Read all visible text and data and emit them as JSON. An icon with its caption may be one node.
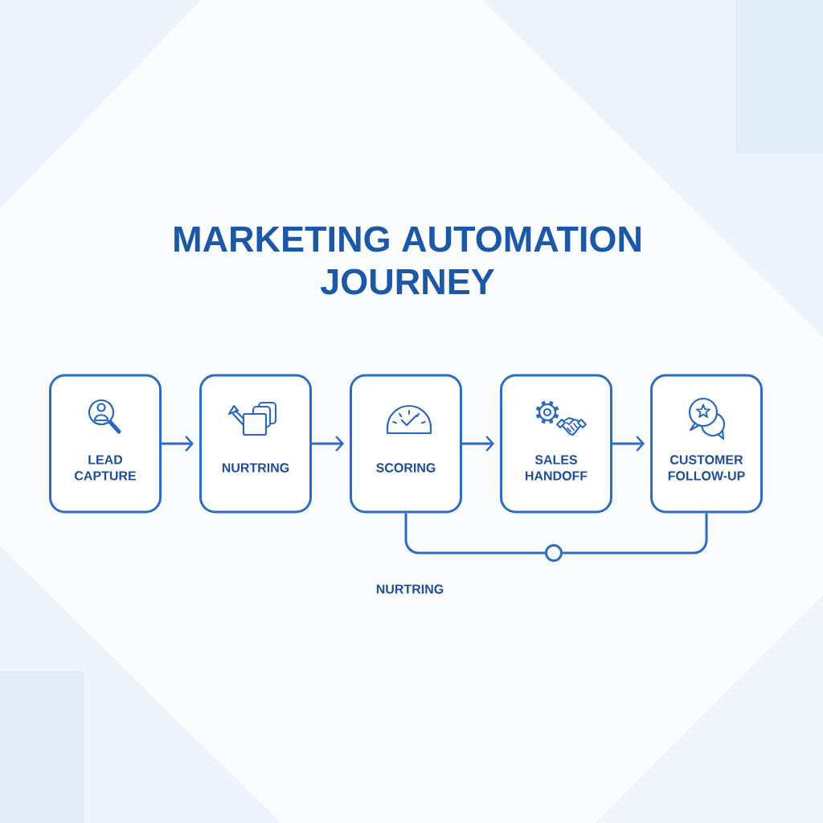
{
  "diagram": {
    "title": "MARKETING AUTOMATION JOURNEY",
    "nodes": [
      {
        "text": [
          "LEAD CAPTURE"
        ]
      },
      {
        "text": [
          "NURTRING"
        ]
      },
      {
        "text": [
          "SCORING"
        ]
      },
      {
        "text": [
          "SALES HANDOFF"
        ]
      },
      {
        "text": [
          "CUSTOMER FOLLOW-UP"
        ]
      },
      {
        "text": [],
        "shape": "circle"
      }
    ],
    "edges": [
      {
        "from": 0,
        "to": 1,
        "arrow": "to"
      },
      {
        "from": 1,
        "to": 2,
        "arrow": "to"
      },
      {
        "from": 2,
        "to": 3,
        "arrow": "to"
      },
      {
        "from": 3,
        "to": 4,
        "arrow": "to"
      },
      {
        "from": 2,
        "to": 5,
        "arrow": "none"
      },
      {
        "from": 5,
        "to": 4,
        "arrow": "none"
      }
    ],
    "labels": [
      "NURTRING"
    ]
  }
}
